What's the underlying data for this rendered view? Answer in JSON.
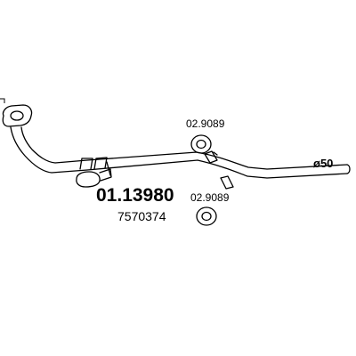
{
  "part_number": "01.13980",
  "oem_number": "7570374",
  "gasket_top": "02.9089",
  "gasket_bottom": "02.9089",
  "diameter_label": "ø50",
  "colors": {
    "line": "#000000",
    "background": "#ffffff"
  }
}
